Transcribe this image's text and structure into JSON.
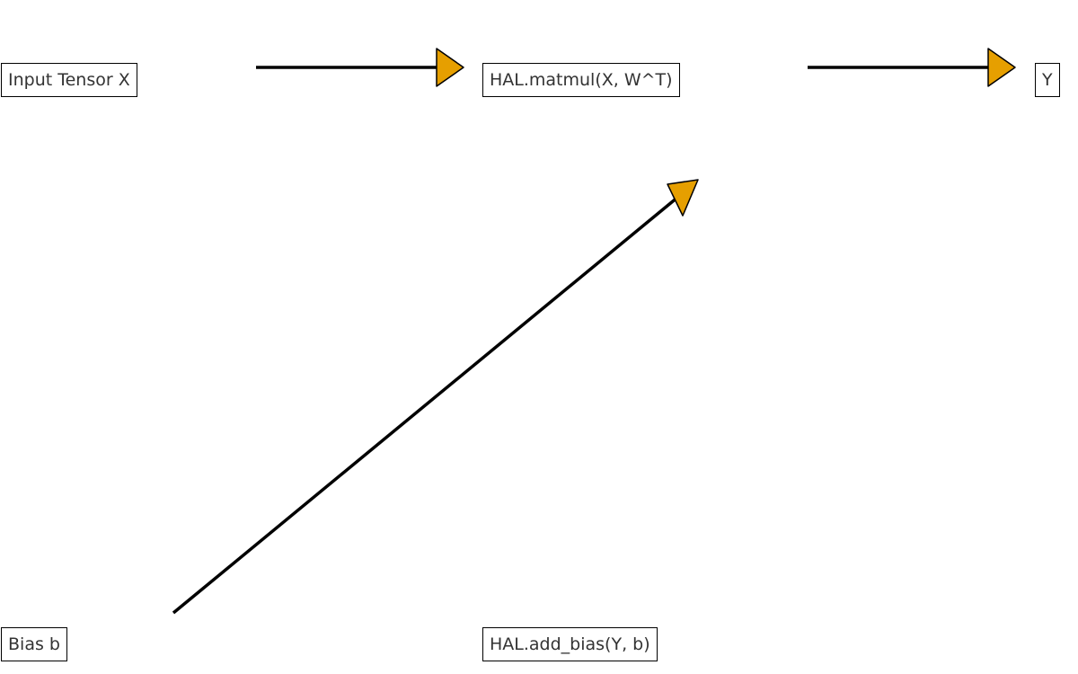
{
  "colors": {
    "arrow_line": "#000000",
    "arrowhead_fill": "#E69F00",
    "node_border": "#000000",
    "node_text": "#333333",
    "background": "#ffffff"
  },
  "nodes": {
    "input": {
      "label": "Input Tensor X"
    },
    "matmul": {
      "label": "HAL.matmul(X, W^T)"
    },
    "output": {
      "label": "Y"
    },
    "bias": {
      "label": "Bias b"
    },
    "add_bias": {
      "label": "HAL.add_bias(Y, b)"
    }
  },
  "edges": [
    {
      "from": "input",
      "to": "matmul"
    },
    {
      "from": "matmul",
      "to": "output"
    },
    {
      "from": "bias",
      "to": "matmul"
    }
  ]
}
